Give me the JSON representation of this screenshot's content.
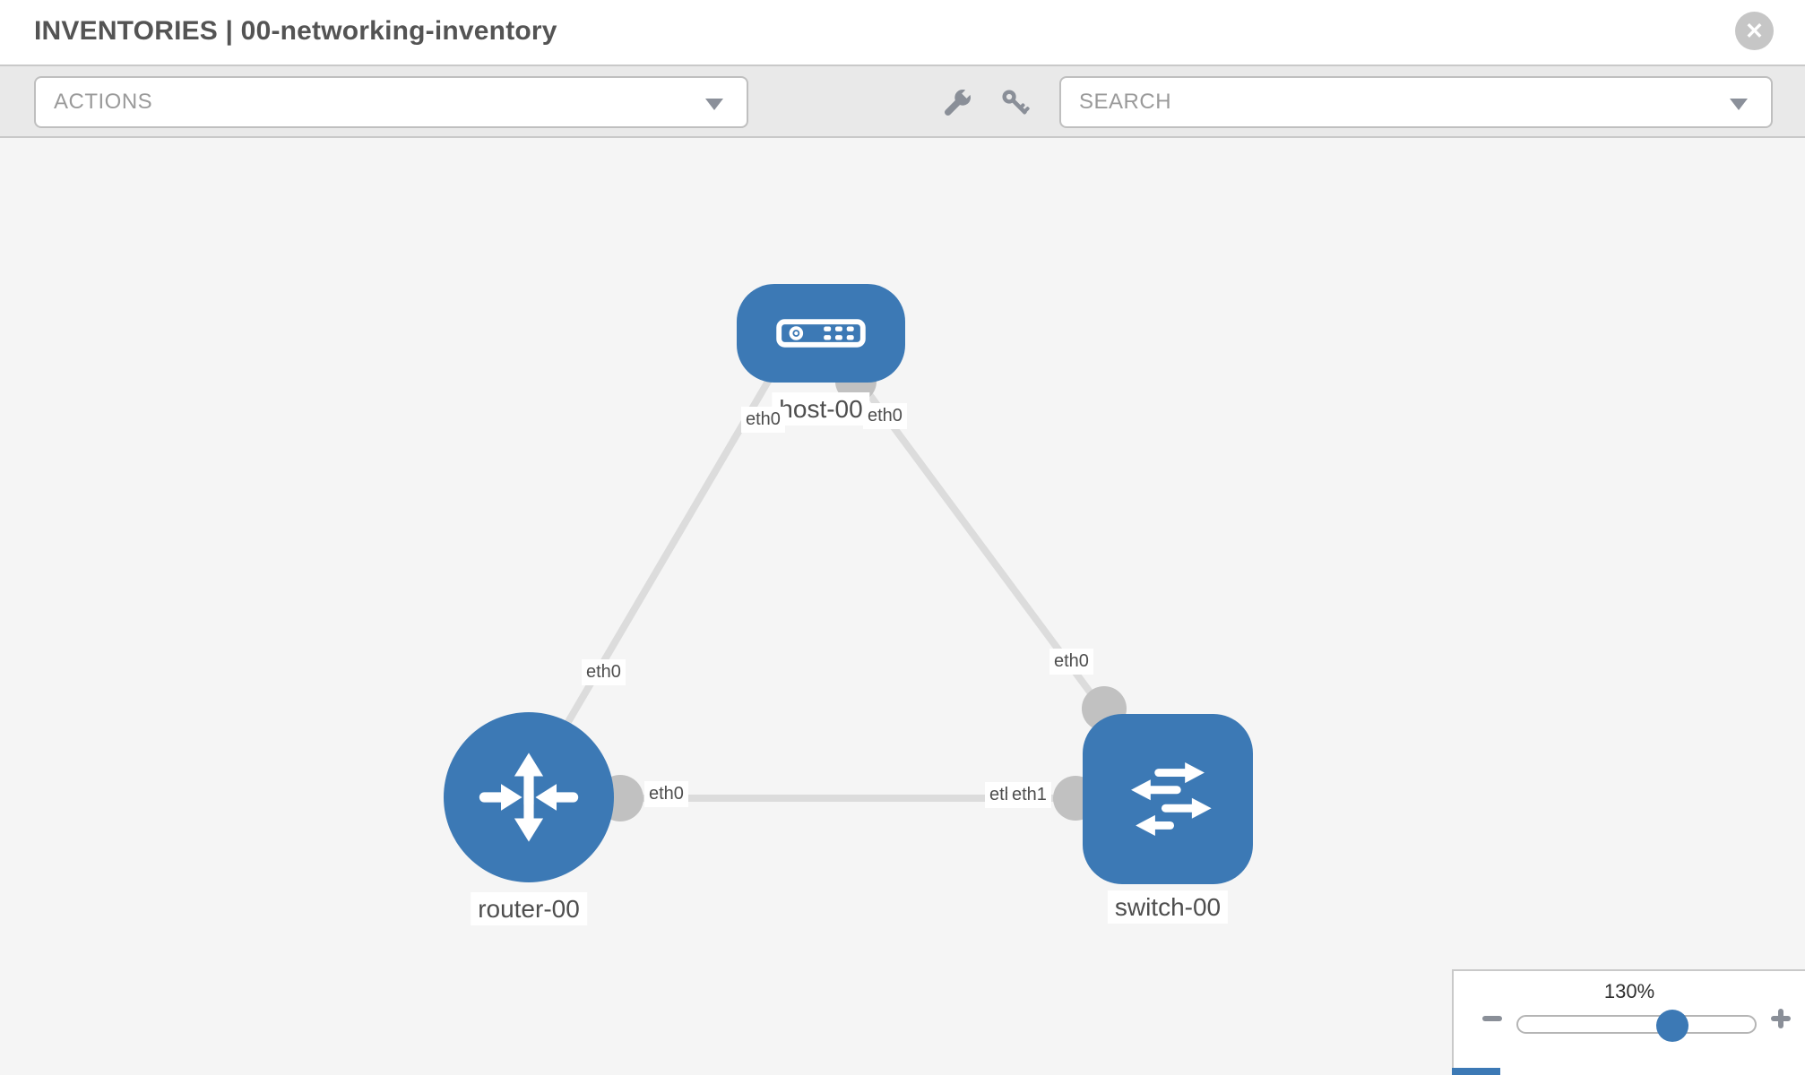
{
  "header": {
    "title": "INVENTORIES | 00-networking-inventory",
    "close_glyph": "✕"
  },
  "toolbar": {
    "actions_label": "ACTIONS",
    "search_label": "SEARCH",
    "icons": [
      "wrench-icon",
      "key-icon"
    ]
  },
  "topology": {
    "nodes": [
      {
        "id": "host-00",
        "label": "host-00",
        "type": "host",
        "icon": "server-icon"
      },
      {
        "id": "router-00",
        "label": "router-00",
        "type": "router",
        "icon": "router-arrows-icon"
      },
      {
        "id": "switch-00",
        "label": "switch-00",
        "type": "switch",
        "icon": "switch-arrows-icon"
      }
    ],
    "links": [
      {
        "from": "host-00",
        "from_if": "eth0",
        "to": "router-00",
        "to_if": "eth0"
      },
      {
        "from": "host-00",
        "from_if": "eth0",
        "to": "switch-00",
        "to_if": "eth0"
      },
      {
        "from": "router-00",
        "from_if": "eth0",
        "to": "switch-00",
        "to_if": "eth1",
        "to_if_hidden": "eth0"
      }
    ]
  },
  "zoom_control": {
    "value": "130%"
  },
  "colors": {
    "accent_blue": "#3c79b5",
    "link_gray": "#dcdcdc",
    "connector_gray": "#c1c1c1",
    "toolbar_gray": "#e9e9e9",
    "canvas_gray": "#f5f5f5"
  }
}
